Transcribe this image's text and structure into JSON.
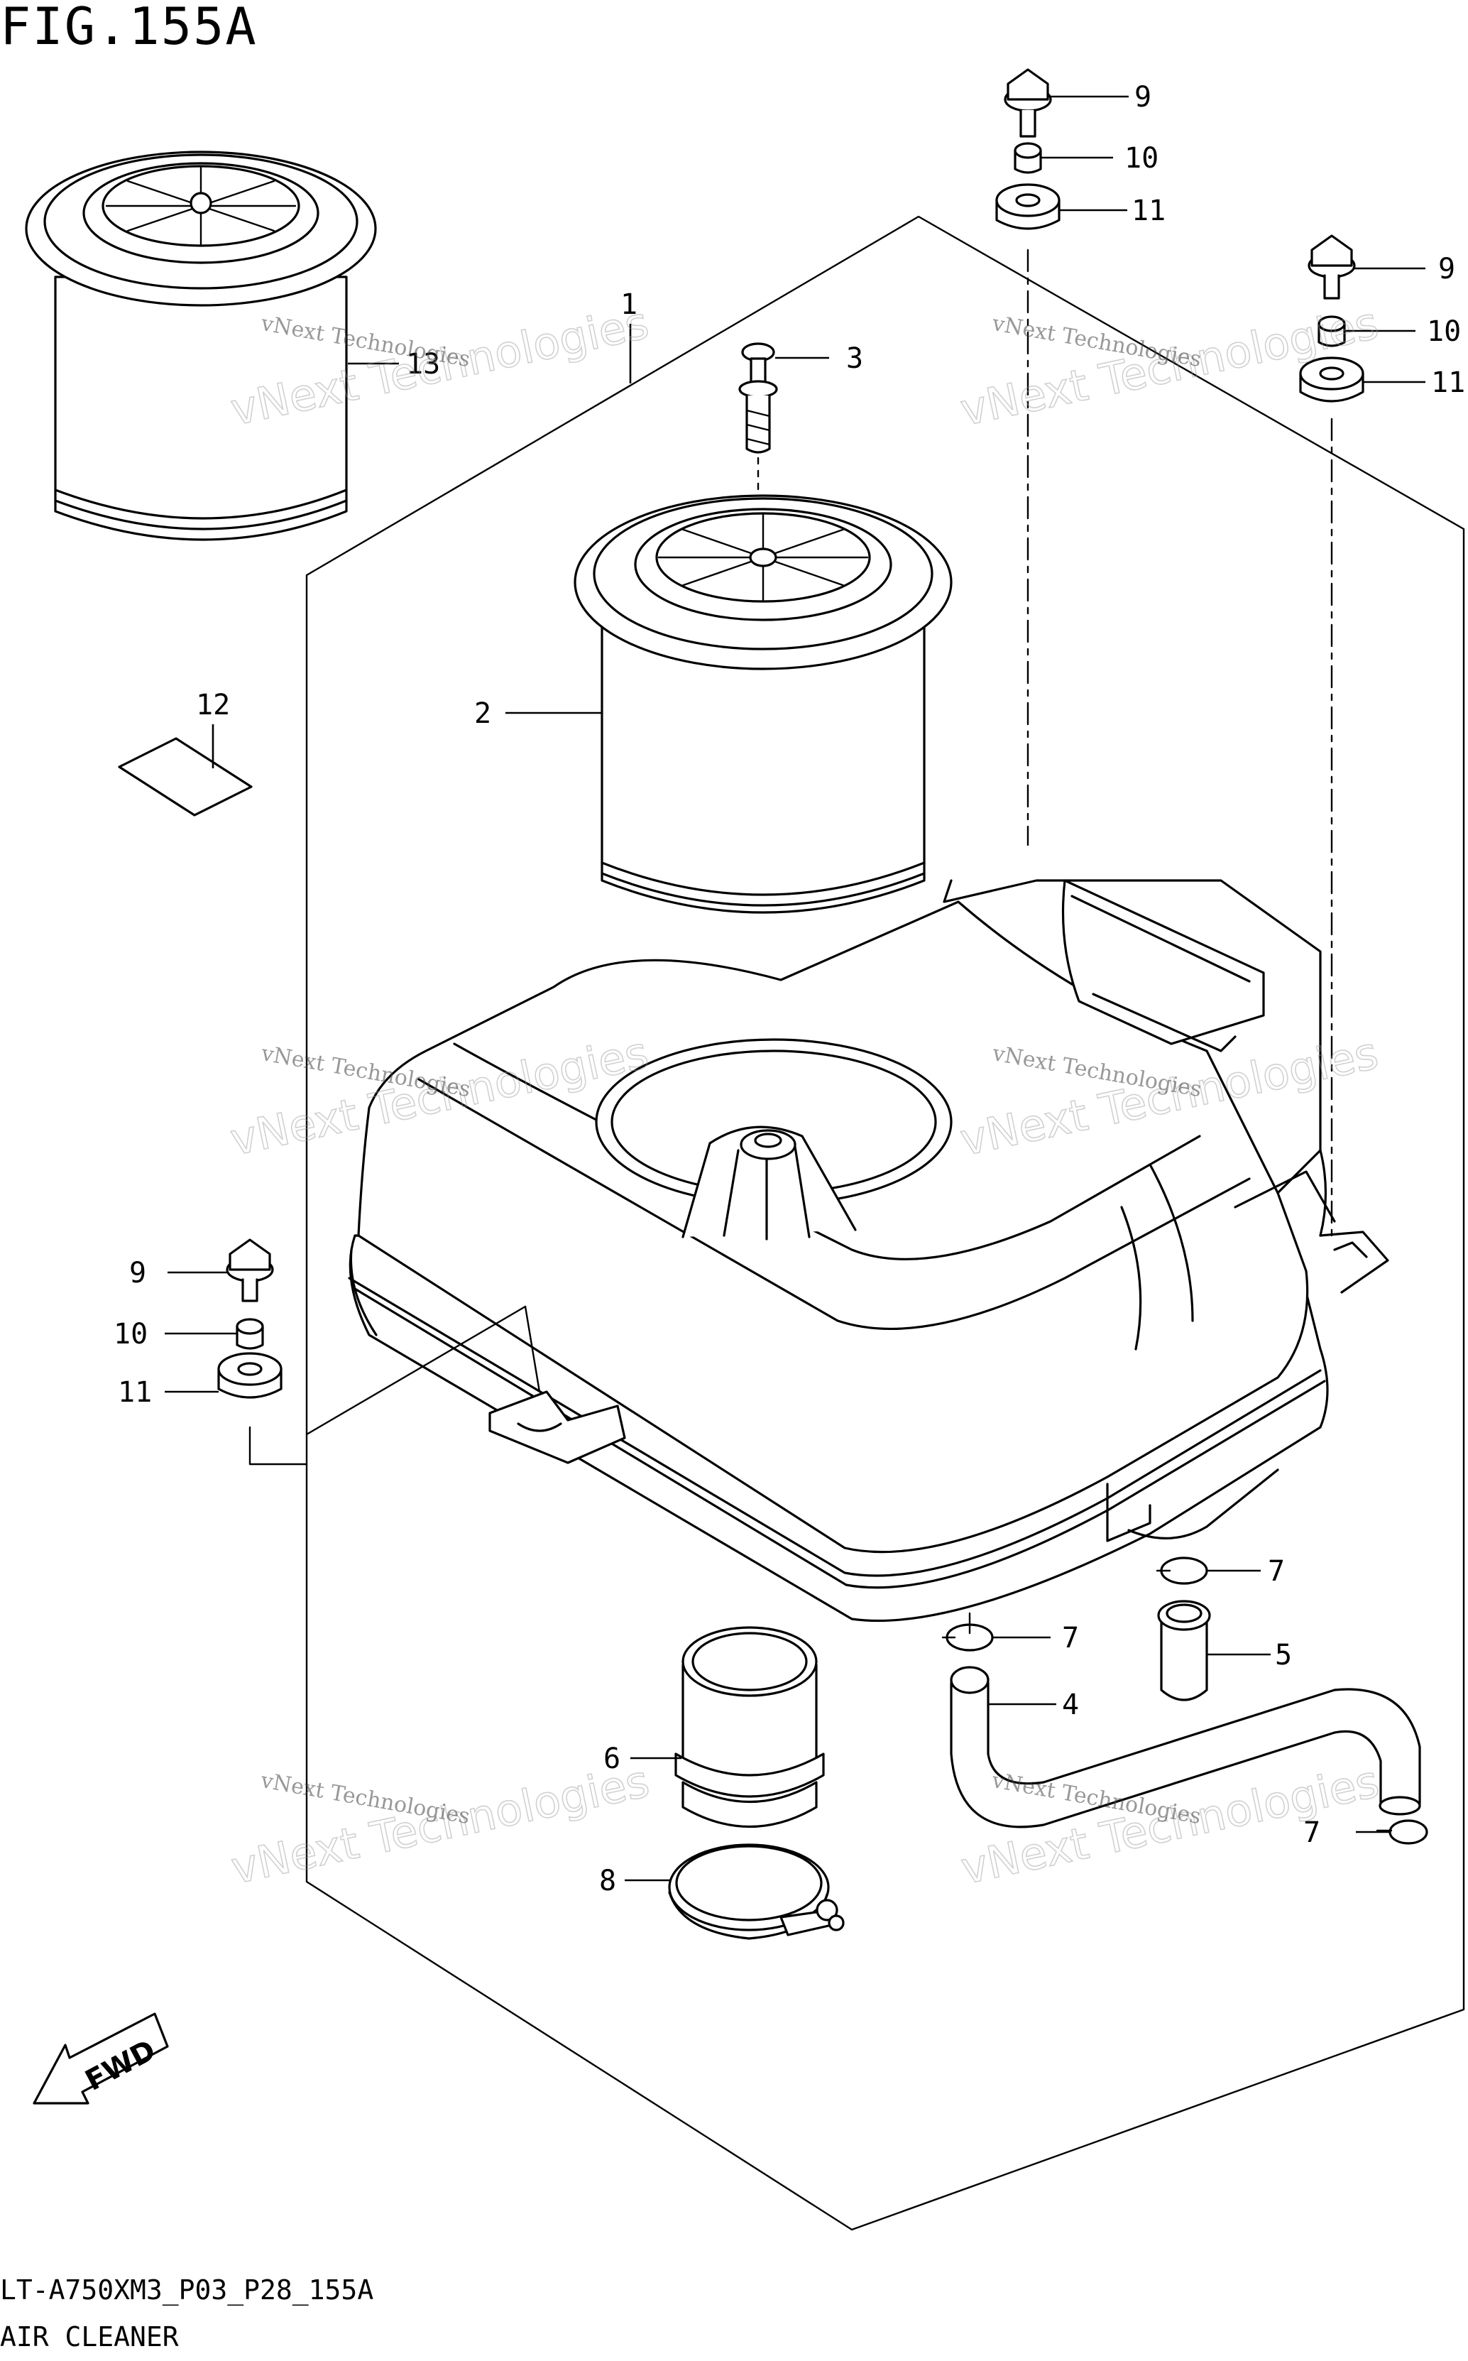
{
  "figure": {
    "title": "FIG.155A",
    "footer_code": "LT-A750XM3_P03_P28_155A",
    "footer_caption": "AIR CLEANER",
    "fwd_label": "FWD"
  },
  "watermark": {
    "small_text": "vNext Technologies",
    "large_text": "vNext Technologies"
  },
  "callouts": [
    {
      "id": "c1a",
      "label": "1"
    },
    {
      "id": "c2a",
      "label": "2"
    },
    {
      "id": "c3a",
      "label": "3"
    },
    {
      "id": "c4a",
      "label": "4"
    },
    {
      "id": "c5a",
      "label": "5"
    },
    {
      "id": "c6a",
      "label": "6"
    },
    {
      "id": "c7a",
      "label": "7"
    },
    {
      "id": "c7b",
      "label": "7"
    },
    {
      "id": "c7c",
      "label": "7"
    },
    {
      "id": "c8a",
      "label": "8"
    },
    {
      "id": "c9a",
      "label": "9"
    },
    {
      "id": "c9b",
      "label": "9"
    },
    {
      "id": "c9c",
      "label": "9"
    },
    {
      "id": "c10a",
      "label": "10"
    },
    {
      "id": "c10b",
      "label": "10"
    },
    {
      "id": "c10c",
      "label": "10"
    },
    {
      "id": "c11a",
      "label": "11"
    },
    {
      "id": "c11b",
      "label": "11"
    },
    {
      "id": "c11c",
      "label": "11"
    },
    {
      "id": "c12a",
      "label": "12"
    },
    {
      "id": "c13a",
      "label": "13"
    }
  ]
}
